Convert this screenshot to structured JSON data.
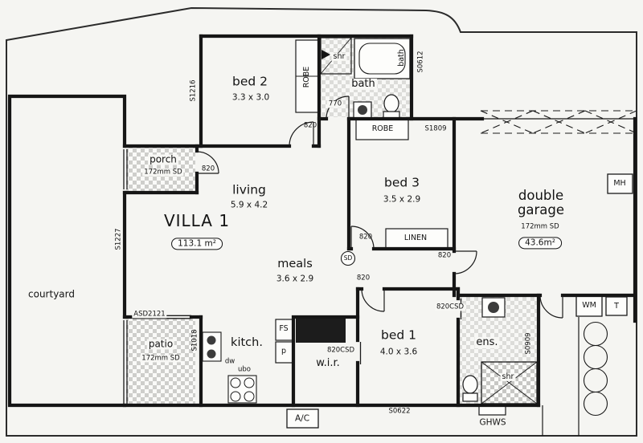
{
  "plan_title": "VILLA 1",
  "plan_area": "113.1 m²",
  "rooms": {
    "bed2": {
      "name": "bed 2",
      "dims": "3.3 x 3.0"
    },
    "bed3": {
      "name": "bed 3",
      "dims": "3.5 x 2.9"
    },
    "bed1": {
      "name": "bed 1",
      "dims": "4.0 x 3.6"
    },
    "living": {
      "name": "living",
      "dims": "5.9 x 4.2"
    },
    "meals": {
      "name": "meals",
      "dims": "3.6 x 2.9"
    },
    "bath": {
      "name": "bath"
    },
    "ens": {
      "name": "ens."
    },
    "wir": {
      "name": "w.i.r."
    },
    "kitchen": {
      "name": "kitch."
    },
    "porch": {
      "name": "porch",
      "door": "172mm SD"
    },
    "patio": {
      "name": "patio",
      "door": "172mm SD"
    },
    "courtyard": {
      "name": "courtyard"
    },
    "garage": {
      "name": "double garage",
      "door": "172mm SD",
      "area": "43.6m²"
    }
  },
  "fixtures": {
    "robe_bed2": "ROBE",
    "robe_bed3": "ROBE",
    "linen": "LINEN",
    "tub": "bath",
    "shower_bath": "shr",
    "shower_ens": "shr",
    "dishwasher": "dw",
    "oven": "ubo",
    "fridge_space": "FS",
    "pantry": "p",
    "washing_machine": "WM",
    "laundry_tub": "T",
    "meter_housing": "MH",
    "air_conditioner": "A/C",
    "hot_water": "GHWS",
    "smoke_detector": "SD"
  },
  "codes": {
    "s1216": "S1216",
    "s0612": "S0612",
    "s1809": "S1809",
    "s1227": "S1227",
    "s1018": "S1018",
    "s0909": "S0909",
    "s0622": "S0622",
    "asd2121": "ASD2121"
  },
  "door_sizes": {
    "bath": "770",
    "standard": "820",
    "cavity": "820CSD"
  }
}
